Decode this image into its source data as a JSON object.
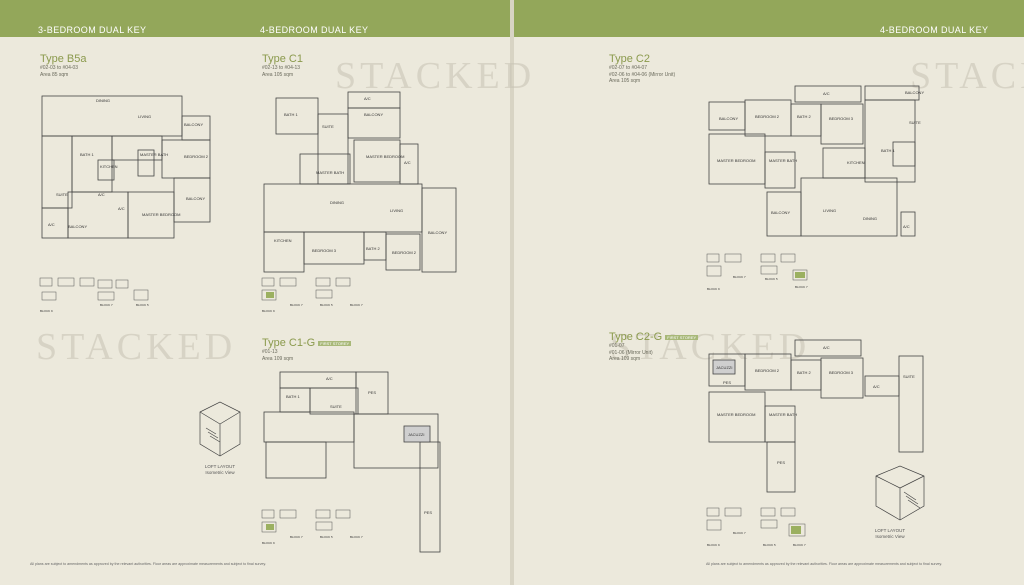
{
  "header": {
    "left_title": "3-BEDROOM DUAL KEY",
    "center_title": "4-BEDROOM DUAL KEY",
    "right_title": "4-BEDROOM DUAL KEY"
  },
  "watermark": "STACKED",
  "units": {
    "b5a": {
      "title": "Type B5a",
      "line1": "#02-03 to #04-03",
      "line2": "Area 85 sqm",
      "rooms": {
        "dining": "DINING",
        "living": "LIVING",
        "balcony1": "BALCONY",
        "bath1": "BATH 1",
        "kitchen": "KITCHEN",
        "master_bath": "MASTER BATH",
        "bedroom2": "BEDROOM 2",
        "suite": "SUITE",
        "ac1": "A/C",
        "balcony2": "BALCONY",
        "ac2": "A/C",
        "master_bedroom": "MASTER BEDROOM",
        "ac3": "A/C",
        "balcony3": "BALCONY"
      },
      "blocks": [
        "BLOCK 9",
        "BLOCK 7",
        "BLOCK 5"
      ]
    },
    "c1": {
      "title": "Type C1",
      "line1": "#02-13 to #04-13",
      "line2": "Area 105 sqm",
      "rooms": {
        "ac": "A/C",
        "balcony": "BALCONY",
        "bath1": "BATH 1",
        "suite": "SUITE",
        "master_bedroom": "MASTER BEDROOM",
        "ac2": "A/C",
        "master_bath": "MASTER BATH",
        "dining": "DINING",
        "living": "LIVING",
        "kitchen": "KITCHEN",
        "bedroom3": "BEDROOM 3",
        "bath2": "BATH 2",
        "bedroom2": "BEDROOM 2",
        "balcony2": "BALCONY"
      },
      "blocks": [
        "BLOCK 9",
        "BLOCK 7",
        "BLOCK 5",
        "BLOCK 7"
      ]
    },
    "c1g": {
      "title": "Type C1-G",
      "tag": "FIRST STOREY",
      "line1": "#01-13",
      "line2": "Area 109 sqm",
      "rooms": {
        "ac": "A/C",
        "bath1": "BATH 1",
        "suite": "SUITE",
        "pes1": "PES",
        "jacuzzi": "JACUZZI",
        "pes2": "PES"
      },
      "blocks": [
        "BLOCK 9",
        "BLOCK 7",
        "BLOCK 5",
        "BLOCK 7"
      ]
    },
    "c2": {
      "title": "Type C2",
      "line1": "#02-07 to #04-07",
      "line2": "#02-06 to #04-06 (Mirror Unit)",
      "line3": "Area 105 sqm",
      "rooms": {
        "ac": "A/C",
        "balcony": "BALCONY",
        "balcony2": "BALCONY",
        "bedroom2": "BEDROOM 2",
        "bath2": "BATH 2",
        "bedroom3": "BEDROOM 3",
        "suite": "SUITE",
        "bath1": "BATH 1",
        "master_bedroom": "MASTER BEDROOM",
        "master_bath": "MASTER BATH",
        "kitchen": "KITCHEN",
        "balcony3": "BALCONY",
        "living": "LIVING",
        "dining": "DINING",
        "ac2": "A/C"
      },
      "blocks": [
        "BLOCK 9",
        "BLOCK 7",
        "BLOCK 5",
        "BLOCK 7"
      ]
    },
    "c2g": {
      "title": "Type C2-G",
      "tag": "FIRST STOREY",
      "line1": "#01-07",
      "line2": "#01-06 (Mirror Unit)",
      "line3": "Area 109 sqm",
      "rooms": {
        "jacuzzi": "JACUZZI",
        "pes": "PES",
        "bedroom2": "BEDROOM 2",
        "ac": "A/C",
        "bath2": "BATH 2",
        "bedroom3": "BEDROOM 3",
        "ac2": "A/C",
        "suite": "SUITE",
        "master_bedroom": "MASTER BEDROOM",
        "master_bath": "MASTER BATH",
        "pes2": "PES"
      },
      "blocks": [
        "BLOCK 9",
        "BLOCK 7",
        "BLOCK 5",
        "BLOCK 7"
      ]
    }
  },
  "loft_left": {
    "line1": "LOFT LAYOUT",
    "line2": "Isometric View"
  },
  "loft_right": {
    "line1": "LOFT LAYOUT",
    "line2": "Isometric View"
  },
  "footer": "All plans are subject to amendments as approved by the relevant authorities. Floor areas are approximate measurements and subject to final survey."
}
